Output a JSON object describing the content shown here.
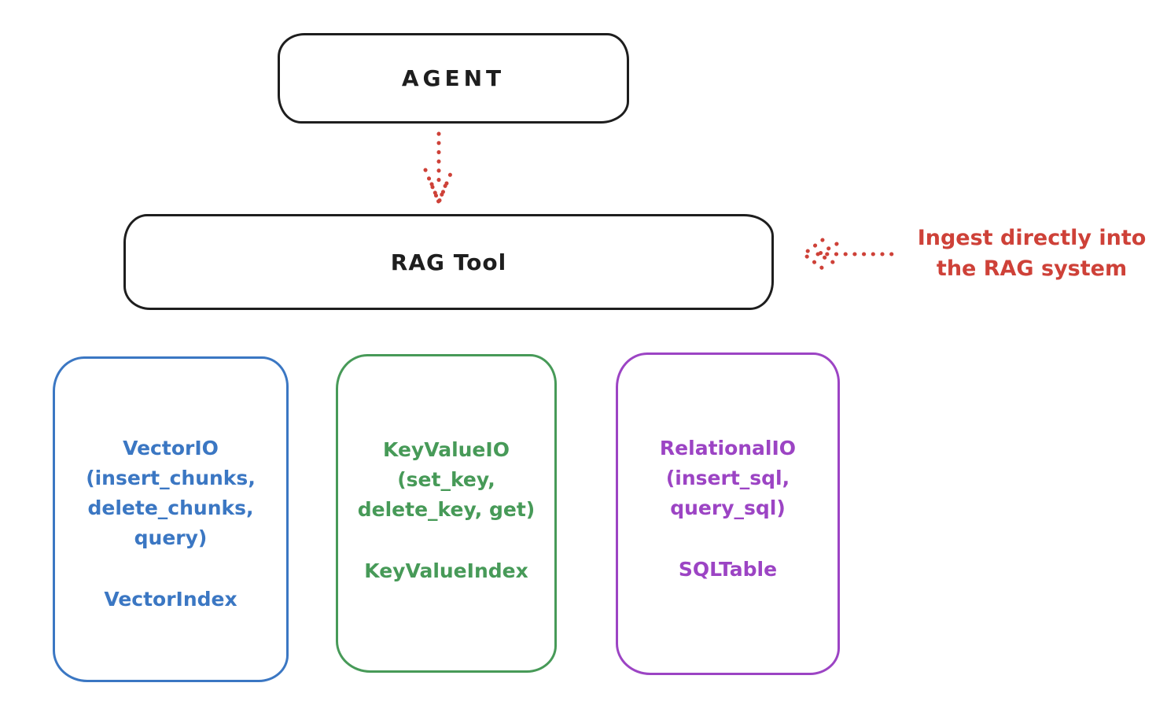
{
  "canvas": {
    "background": "#ffffff",
    "ink_color": "#1e1e1e"
  },
  "agent_box": {
    "label": "AGENT",
    "color": "#1e1e1e"
  },
  "rag_box": {
    "label": "RAG Tool",
    "color": "#1e1e1e"
  },
  "flow_arrow": {
    "style": "dotted",
    "direction": "down",
    "color": "#ce4138"
  },
  "annotation": {
    "line1": "Ingest directly into",
    "line2": "the RAG system",
    "color": "#ce4138",
    "arrow_style": "dotted",
    "arrow_direction": "left"
  },
  "backend_boxes": [
    {
      "id": "vector-io",
      "color": "#3b77c3",
      "lines": [
        "VectorIO",
        "(insert_chunks,",
        "delete_chunks,",
        "query)"
      ],
      "index_label": "VectorIndex"
    },
    {
      "id": "keyvalue-io",
      "color": "#479a58",
      "lines": [
        "KeyValueIO",
        "(set_key,",
        "delete_key, get)"
      ],
      "index_label": "KeyValueIndex"
    },
    {
      "id": "relational-io",
      "color": "#9c44c4",
      "lines": [
        "RelationalIO",
        "(insert_sql,",
        "query_sql)"
      ],
      "index_label": "SQLTable"
    }
  ]
}
